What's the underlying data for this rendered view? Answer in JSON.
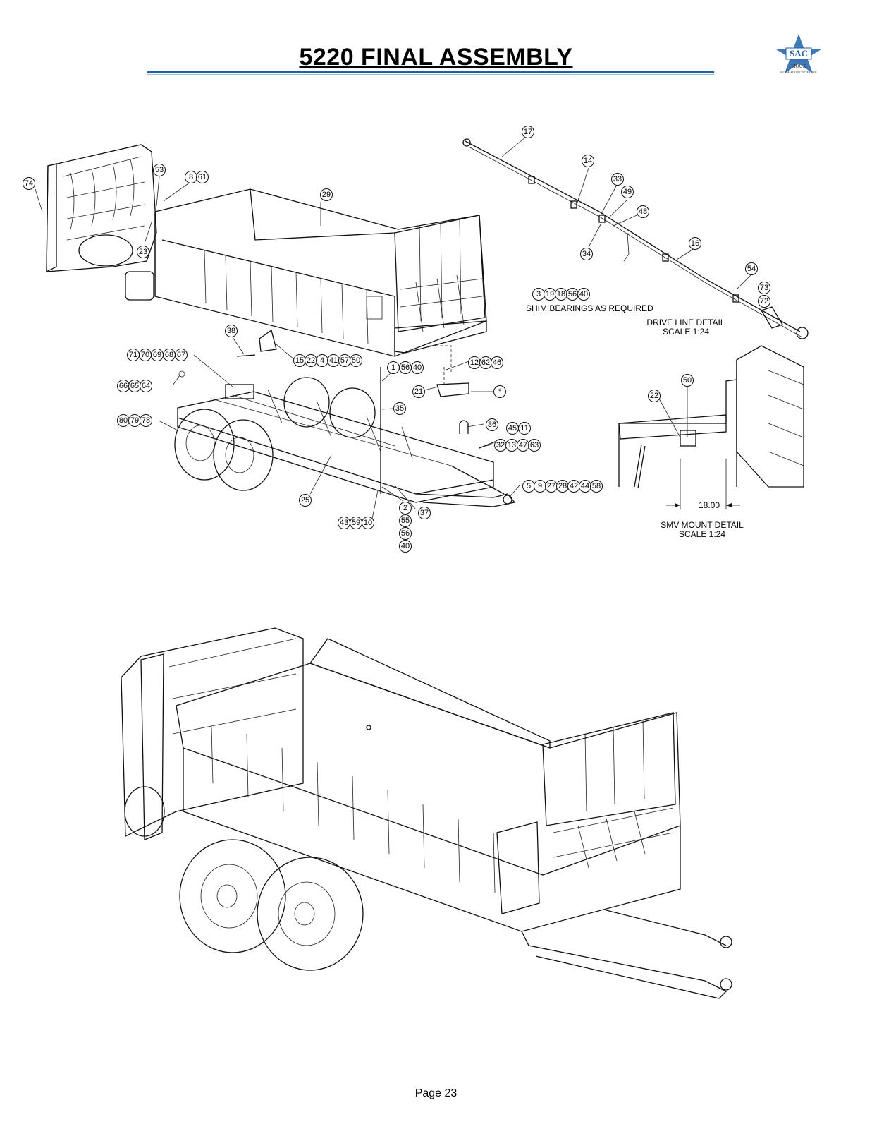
{
  "title": "5220 FINAL ASSEMBLY",
  "logo": {
    "mark": "SAC",
    "line1": "SIOUX",
    "line2": "AUTOMATION CENTER, INC."
  },
  "footer": "Page 23",
  "notes": {
    "shim": "SHIM BEARINGS AS REQUIRED",
    "drive_detail": "DRIVE LINE DETAIL",
    "drive_scale": "SCALE 1:24",
    "smv_detail": "SMV MOUNT DETAIL",
    "smv_scale": "SCALE 1:24",
    "dimension": "18.00"
  },
  "callouts": [
    "74",
    "53",
    "8",
    "61",
    "29",
    "23",
    "17",
    "14",
    "33",
    "49",
    "48",
    "34",
    "16",
    "54",
    "73",
    "72",
    "3",
    "19",
    "18",
    "56",
    "40",
    "38",
    "15",
    "22",
    "4",
    "41",
    "57",
    "50",
    "71",
    "70",
    "69",
    "68",
    "67",
    "1",
    "56",
    "40",
    "12",
    "62",
    "46",
    "21",
    "*",
    "66",
    "65",
    "64",
    "35",
    "80",
    "79",
    "78",
    "36",
    "45",
    "11",
    "32",
    "13",
    "47",
    "63",
    "5",
    "9",
    "27",
    "28",
    "42",
    "44",
    "58",
    "25",
    "37",
    "2",
    "55",
    "56",
    "40",
    "43",
    "59",
    "10",
    "50",
    "22"
  ],
  "colors": {
    "rule": "#1f5fa8",
    "logo_blue": "#1f5fa8"
  }
}
